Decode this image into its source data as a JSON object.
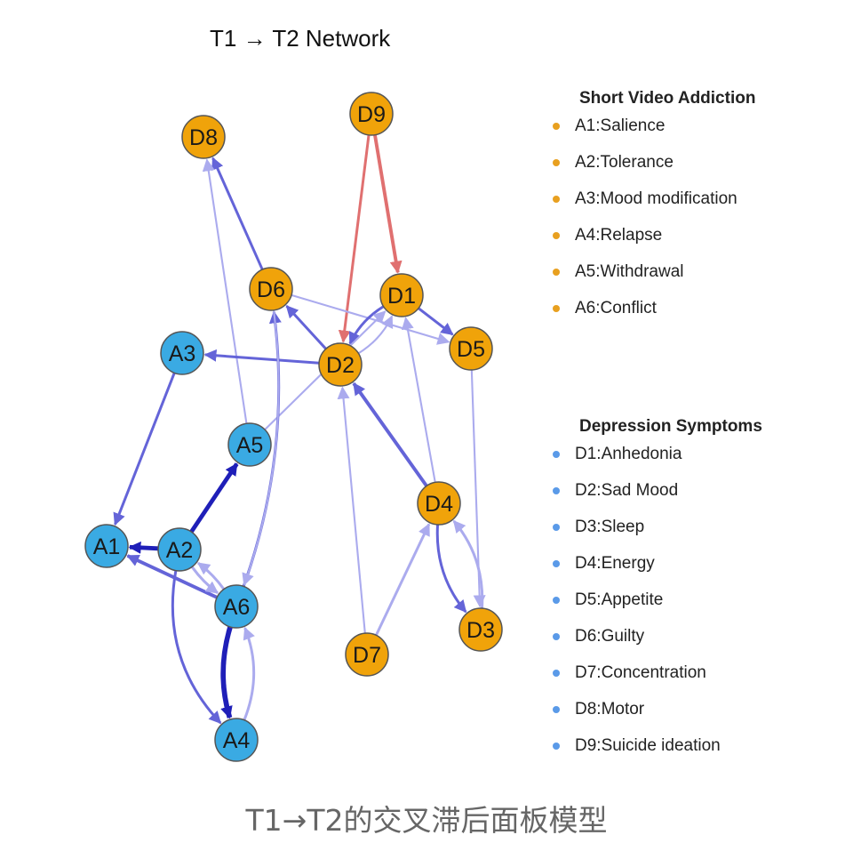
{
  "title": "T1 → T2 Network",
  "caption": "T1→T2的交叉滞后面板模型",
  "colors": {
    "addiction": "#f0a30a",
    "depression": "#3aaae3",
    "dot_addiction": "#e8a020",
    "dot_depression": "#5a9ae8",
    "strong": "#1f1fb8",
    "medium": "#6464d8",
    "weak": "#ababee",
    "negative": "#e07070"
  },
  "legend": {
    "addiction": {
      "title": "Short Video Addiction",
      "items": [
        "A1:Salience",
        "A2:Tolerance",
        "A3:Mood modification",
        "A4:Relapse",
        "A5:Withdrawal",
        "A6:Conflict"
      ]
    },
    "depression": {
      "title": "Depression Symptoms",
      "items": [
        "D1:Anhedonia",
        "D2:Sad Mood",
        "D3:Sleep",
        "D4:Energy",
        "D5:Appetite",
        "D6:Guilty",
        "D7:Concentration",
        "D8:Motor",
        "D9:Suicide ideation"
      ]
    }
  },
  "network": {
    "nodes": [
      {
        "id": "D9",
        "group": "addiction"
      },
      {
        "id": "D8",
        "group": "addiction"
      },
      {
        "id": "D6",
        "group": "addiction"
      },
      {
        "id": "D1",
        "group": "addiction"
      },
      {
        "id": "D5",
        "group": "addiction"
      },
      {
        "id": "D2",
        "group": "addiction"
      },
      {
        "id": "D4",
        "group": "addiction"
      },
      {
        "id": "D3",
        "group": "addiction"
      },
      {
        "id": "D7",
        "group": "addiction"
      },
      {
        "id": "A3",
        "group": "depression"
      },
      {
        "id": "A5",
        "group": "depression"
      },
      {
        "id": "A1",
        "group": "depression"
      },
      {
        "id": "A2",
        "group": "depression"
      },
      {
        "id": "A6",
        "group": "depression"
      },
      {
        "id": "A4",
        "group": "depression"
      }
    ],
    "edges": [
      {
        "from": "D9",
        "to": "D1",
        "strength": "negative",
        "weight": 3
      },
      {
        "from": "D9",
        "to": "D2",
        "strength": "negative",
        "weight": 2
      },
      {
        "from": "D6",
        "to": "D8",
        "strength": "medium",
        "weight": 2
      },
      {
        "from": "A5",
        "to": "D8",
        "strength": "weak",
        "weight": 1
      },
      {
        "from": "D6",
        "to": "D5",
        "strength": "weak",
        "weight": 1
      },
      {
        "from": "D2",
        "to": "D6",
        "strength": "medium",
        "weight": 2
      },
      {
        "from": "D1",
        "to": "D2",
        "strength": "medium",
        "weight": 2
      },
      {
        "from": "D2",
        "to": "D1",
        "strength": "weak",
        "weight": 1
      },
      {
        "from": "A5",
        "to": "D1",
        "strength": "weak",
        "weight": 1
      },
      {
        "from": "D1",
        "to": "D5",
        "strength": "medium",
        "weight": 2
      },
      {
        "from": "D2",
        "to": "A3",
        "strength": "medium",
        "weight": 2
      },
      {
        "from": "A3",
        "to": "A1",
        "strength": "medium",
        "weight": 2
      },
      {
        "from": "D4",
        "to": "D2",
        "strength": "medium",
        "weight": 3
      },
      {
        "from": "D7",
        "to": "D2",
        "strength": "weak",
        "weight": 1
      },
      {
        "from": "D4",
        "to": "D1",
        "strength": "weak",
        "weight": 1
      },
      {
        "from": "D5",
        "to": "D3",
        "strength": "weak",
        "weight": 1
      },
      {
        "from": "D4",
        "to": "D3",
        "strength": "medium",
        "weight": 2
      },
      {
        "from": "D3",
        "to": "D4",
        "strength": "weak",
        "weight": 2
      },
      {
        "from": "D7",
        "to": "D4",
        "strength": "weak",
        "weight": 2
      },
      {
        "from": "A2",
        "to": "A5",
        "strength": "strong",
        "weight": 4
      },
      {
        "from": "A2",
        "to": "A1",
        "strength": "strong",
        "weight": 4
      },
      {
        "from": "A6",
        "to": "A1",
        "strength": "medium",
        "weight": 3
      },
      {
        "from": "A2",
        "to": "A6",
        "strength": "weak",
        "weight": 2
      },
      {
        "from": "A6",
        "to": "A2",
        "strength": "weak",
        "weight": 2
      },
      {
        "from": "A6",
        "to": "A4",
        "strength": "strong",
        "weight": 5
      },
      {
        "from": "A4",
        "to": "A6",
        "strength": "weak",
        "weight": 2
      },
      {
        "from": "A2",
        "to": "A4",
        "strength": "medium",
        "weight": 2
      },
      {
        "from": "A6",
        "to": "D6",
        "strength": "medium",
        "weight": 2
      },
      {
        "from": "D6",
        "to": "A6",
        "strength": "weak",
        "weight": 1
      }
    ]
  }
}
